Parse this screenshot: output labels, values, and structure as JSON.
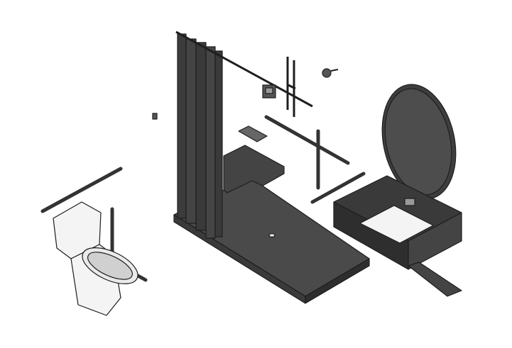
{
  "scene": {
    "colors": {
      "background": "#ffffff",
      "fixture_dark": "#4a4a4a",
      "fixture_edge": "#1e1e1e",
      "porcelain": "#f4f4f4",
      "highlight": "#8a8a8a"
    },
    "icons": [
      "shower-base",
      "shower-curtain",
      "bench",
      "grab-bar",
      "mirror",
      "vanity-sink",
      "toilet",
      "shower-head",
      "soap-dish",
      "thermostat-valve"
    ]
  }
}
